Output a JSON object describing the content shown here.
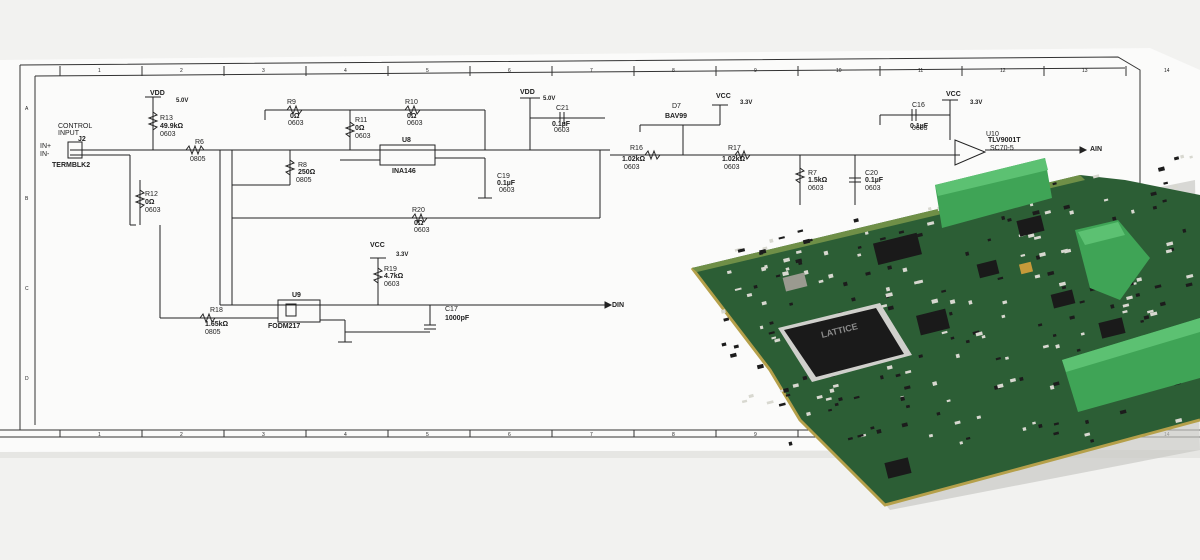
{
  "colors": {
    "background": "#f2f2f0",
    "paper": "#fbfbfa",
    "ink": "#222222",
    "pcb": "#2c5e35",
    "pcb_dark": "#1f4527",
    "connector": "#3fa456",
    "chip": "#1a1a1a",
    "chip_text": "#8a8a8a"
  },
  "connector_lines": [
    {
      "left": "CONTROL",
      "right": ""
    },
    {
      "left": "INPUT",
      "right": ""
    }
  ],
  "schematic": {
    "labels": [
      {
        "text": "VDD"
      },
      {
        "text": "5.0V"
      },
      {
        "text": "R13"
      },
      {
        "text": "49.9kΩ"
      },
      {
        "text": "0603"
      },
      {
        "text": "CONTROL"
      },
      {
        "text": "INPUT"
      },
      {
        "text": "J2"
      },
      {
        "text": "IN+"
      },
      {
        "text": "IN-"
      },
      {
        "text": "TERMBLK2"
      },
      {
        "text": "R6"
      },
      {
        "text": "0805"
      },
      {
        "text": "R12"
      },
      {
        "text": "0Ω"
      },
      {
        "text": "0603"
      },
      {
        "text": "R9"
      },
      {
        "text": "0Ω"
      },
      {
        "text": "0603"
      },
      {
        "text": "R11"
      },
      {
        "text": "0Ω"
      },
      {
        "text": "0603"
      },
      {
        "text": "R10"
      },
      {
        "text": "0Ω"
      },
      {
        "text": "0603"
      },
      {
        "text": "U8"
      },
      {
        "text": "INA146"
      },
      {
        "text": "R8"
      },
      {
        "text": "250Ω"
      },
      {
        "text": "0805"
      },
      {
        "text": "VDD"
      },
      {
        "text": "5.0V"
      },
      {
        "text": "C21"
      },
      {
        "text": "0.1µF"
      },
      {
        "text": "0603"
      },
      {
        "text": "C19"
      },
      {
        "text": "0.1µF"
      },
      {
        "text": "0603"
      },
      {
        "text": "D7"
      },
      {
        "text": "BAV99"
      },
      {
        "text": "VCC"
      },
      {
        "text": "3.3V"
      },
      {
        "text": "R16"
      },
      {
        "text": "1.02kΩ"
      },
      {
        "text": "0603"
      },
      {
        "text": "R17"
      },
      {
        "text": "1.02kΩ"
      },
      {
        "text": "0603"
      },
      {
        "text": "R7"
      },
      {
        "text": "1.5kΩ"
      },
      {
        "text": "0603"
      },
      {
        "text": "C20"
      },
      {
        "text": "0.1µF"
      },
      {
        "text": "0603"
      },
      {
        "text": "C16"
      },
      {
        "text": "0.1µF"
      },
      {
        "text": "0603"
      },
      {
        "text": "VCC"
      },
      {
        "text": "3.3V"
      },
      {
        "text": "U10"
      },
      {
        "text": "TLV9001T"
      },
      {
        "text": "SC70-5"
      },
      {
        "text": "AIN"
      },
      {
        "text": "R20"
      },
      {
        "text": "0Ω"
      },
      {
        "text": "0603"
      },
      {
        "text": "VCC"
      },
      {
        "text": "3.3V"
      },
      {
        "text": "R19"
      },
      {
        "text": "4.7kΩ"
      },
      {
        "text": "0603"
      },
      {
        "text": "R18"
      },
      {
        "text": "1.65kΩ"
      },
      {
        "text": "0805"
      },
      {
        "text": "U9"
      },
      {
        "text": "FODM217"
      },
      {
        "text": "C17"
      },
      {
        "text": "1000pF"
      },
      {
        "text": "DIN"
      }
    ],
    "ruler_numbers": [
      "1",
      "2",
      "3",
      "4",
      "5",
      "6",
      "7",
      "8",
      "9",
      "10",
      "11",
      "12",
      "13",
      "14"
    ],
    "row_letters": [
      "A",
      "B",
      "C",
      "D"
    ]
  },
  "board": {
    "chip_brand": "LATTICE"
  }
}
